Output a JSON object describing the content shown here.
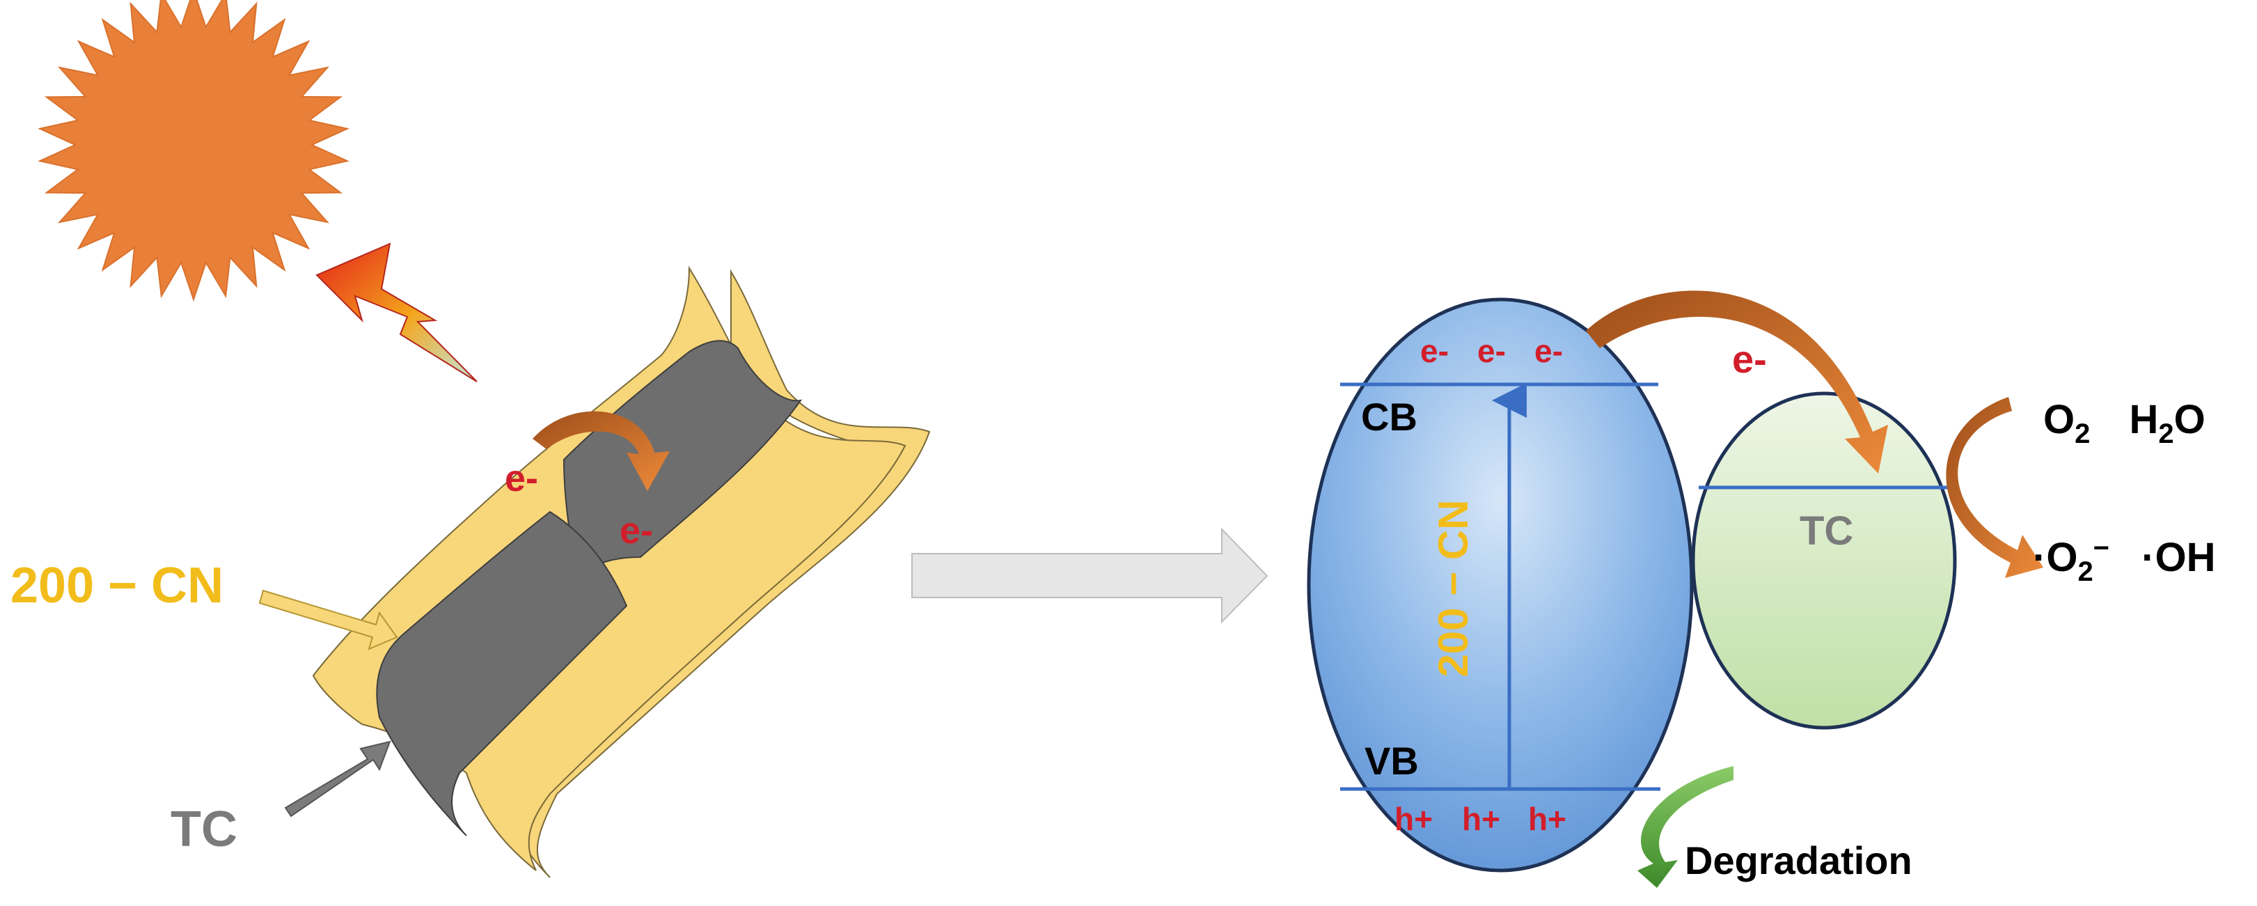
{
  "left_panel": {
    "material_label": "200 − CN",
    "pollutant_label": "TC",
    "electron_label_left": "e-",
    "electron_label_right": "e-"
  },
  "band_diagram": {
    "cb_label": "CB",
    "vb_label": "VB",
    "gap_label": "200 − CN",
    "cb_electrons": [
      "e-",
      "e-",
      "e-"
    ],
    "vb_holes": [
      "h+",
      "h+",
      "h+"
    ],
    "transfer_electron": "e-",
    "tc_label": "TC",
    "reactants": [
      "O",
      "H",
      "O"
    ],
    "reactant_subscripts": [
      "2",
      "2"
    ],
    "products": [
      "·O",
      "2",
      "−",
      "·OH"
    ],
    "degradation_label": "Degradation"
  },
  "colors": {
    "sun": "#E8803A",
    "sheet_yellow": "#F8D67A",
    "sheet_gray": "#6E6E6E",
    "cb_text": "#000000",
    "electron_red": "#D21E2B",
    "material_gold": "#F2BC1A",
    "tc_gray": "#7B7B7B",
    "band_blue": "#3A6EC4",
    "arrow_orange": "#E0772A",
    "arrow_green": "#4C9A35",
    "gray_arrow": "#E6E6E6"
  }
}
